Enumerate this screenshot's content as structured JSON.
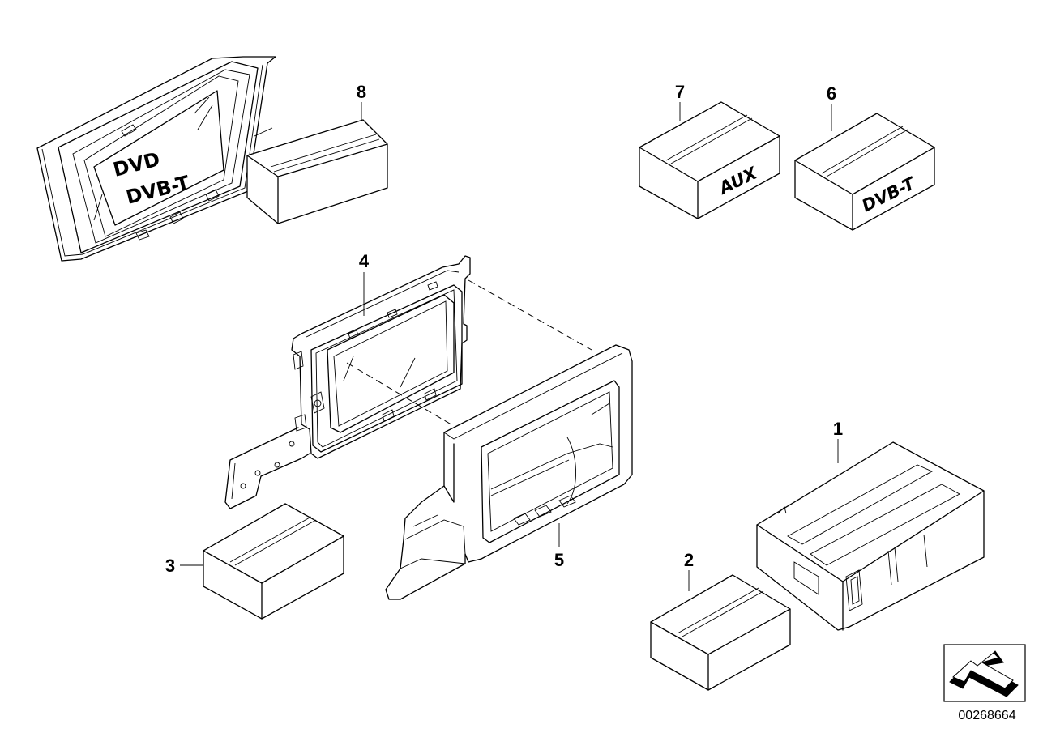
{
  "callouts": {
    "c1": "1",
    "c2": "2",
    "c3": "3",
    "c4": "4",
    "c5": "5",
    "c6": "6",
    "c7": "7",
    "c8": "8"
  },
  "labels": {
    "box7": "AUX",
    "box6": "DVB-T",
    "screen_line1": "DVD",
    "screen_line2": "DVB-T"
  },
  "document_id": "00268664",
  "icons": {
    "orientation_arrow": "arrow-direction-icon"
  }
}
